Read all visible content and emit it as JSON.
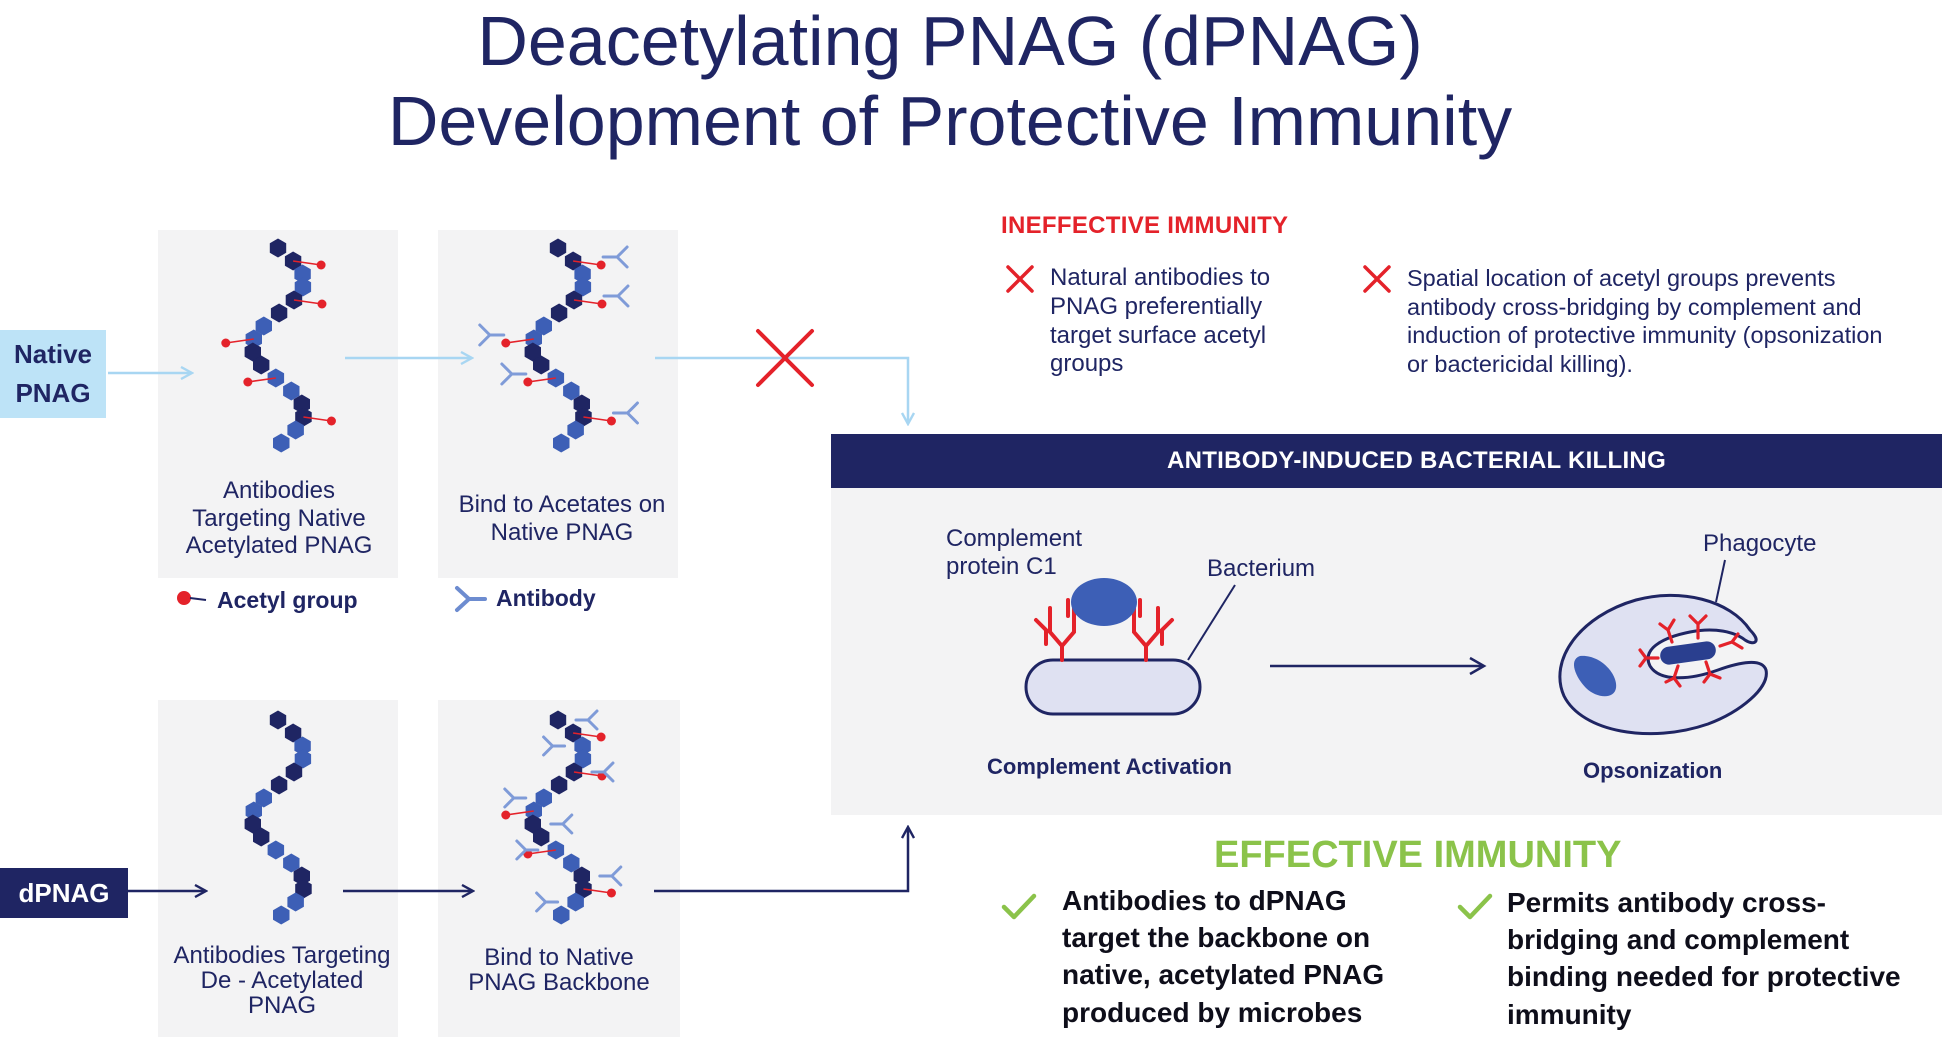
{
  "title": {
    "line1": "Deacetylating PNAG (dPNAG)",
    "line2": "Development of Protective Immunity"
  },
  "inputs": {
    "native": "Native PNAG",
    "dpnag": "dPNAG"
  },
  "panels": {
    "native_antibodies": "Antibodies Targeting Native Acetylated PNAG",
    "native_bind": "Bind to Acetates on Native PNAG",
    "d_antibodies": "Antibodies Targeting De - Acetylated PNAG",
    "d_bind": "Bind to Native PNAG Backbone"
  },
  "legend": {
    "acetyl": "Acetyl group",
    "antibody": "Antibody"
  },
  "ineffective": {
    "heading": "INEFFECTIVE IMMUNITY",
    "item1": "Natural antibodies to PNAG preferentially target surface acetyl groups",
    "item2": "Spatial location of acetyl groups prevents antibody cross-bridging by complement and induction of protective immunity (opsonization or bactericidal killing)."
  },
  "killing": {
    "banner": "ANTIBODY-INDUCED BACTERIAL KILLING",
    "complement_label": "Complement protein C1",
    "bacterium_label": "Bacterium",
    "phagocyte_label": "Phagocyte",
    "complement_activation": "Complement Activation",
    "opsonization": "Opsonization"
  },
  "effective": {
    "heading": "EFFECTIVE IMMUNITY",
    "item1": "Antibodies to dPNAG target the backbone on native, acetylated PNAG produced by microbes",
    "item2": "Permits antibody cross-bridging and complement binding needed for protective immunity"
  },
  "colors": {
    "navy": "#1f2563",
    "light_blue": "#bde3f7",
    "red": "#e4222a",
    "green": "#8bc34a",
    "panel_gray": "#f3f3f4"
  }
}
